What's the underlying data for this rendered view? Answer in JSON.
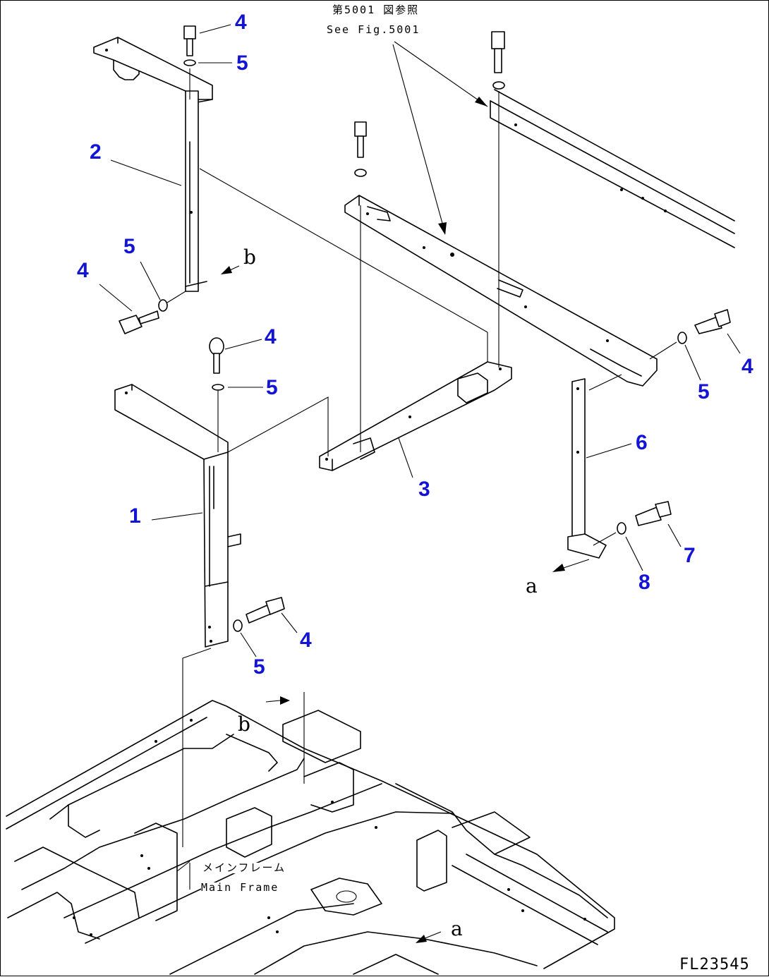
{
  "figure_id": "FL23545",
  "reference": {
    "jp": "第5001 図参照",
    "en": "See Fig.5001"
  },
  "main_frame": {
    "jp": "メインフレーム",
    "en": "Main Frame"
  },
  "callouts": {
    "c1": "1",
    "c2": "2",
    "c3": "3",
    "c4a": "4",
    "c4b": "4",
    "c4c": "4",
    "c4d": "4",
    "c4e": "4",
    "c5a": "5",
    "c5b": "5",
    "c5c": "5",
    "c5d": "5",
    "c5e": "5",
    "c6": "6",
    "c7": "7",
    "c8": "8"
  },
  "letters": {
    "a_top": "a",
    "a_bottom": "a",
    "b_top": "b",
    "b_bottom": "b"
  },
  "colors": {
    "callout": "#1414d4",
    "line": "#000000",
    "background": "#ffffff"
  }
}
